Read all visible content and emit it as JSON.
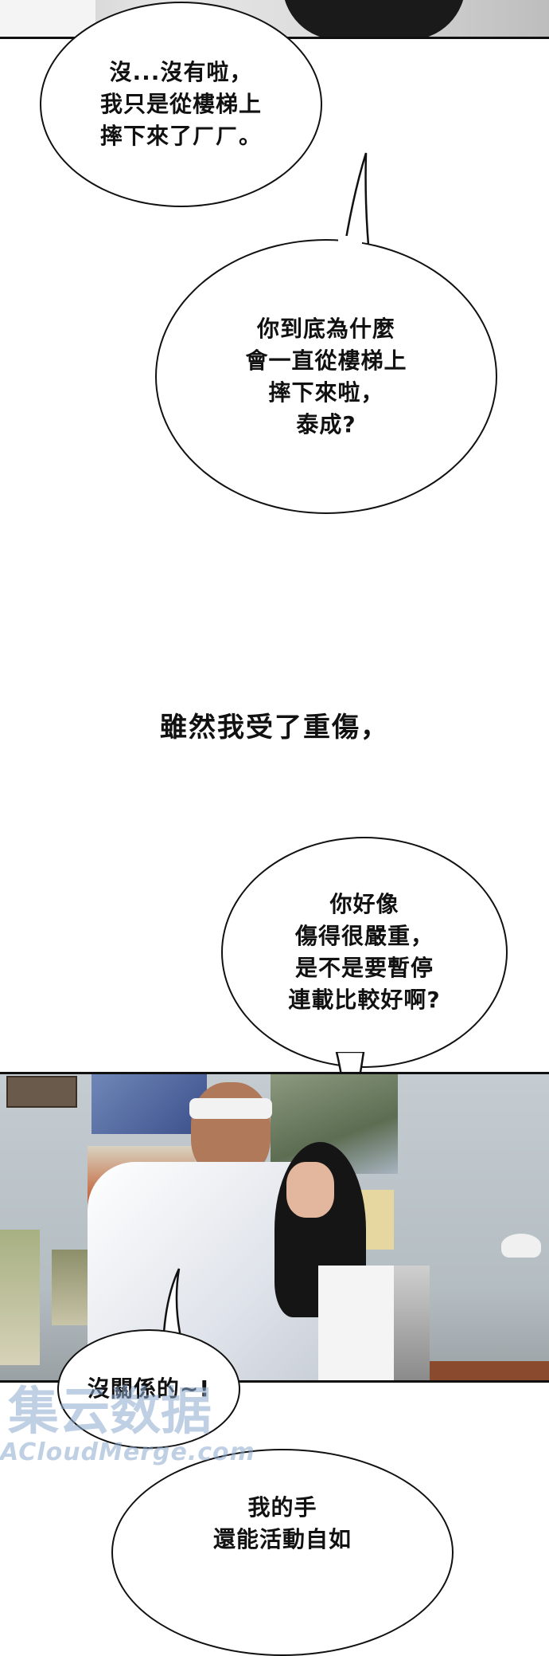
{
  "bubbles": [
    {
      "id": "bubble-1",
      "text": "沒...沒有啦，\n我只是從樓梯上\n摔下來了ㄏㄏ。"
    },
    {
      "id": "bubble-2",
      "text": "你到底為什麼\n會一直從樓梯上\n摔下來啦，\n泰成?"
    },
    {
      "id": "bubble-3",
      "text": "你好像\n傷得很嚴重，\n是不是要暫停\n連載比較好啊?"
    },
    {
      "id": "bubble-4",
      "text": "沒關係的~!"
    },
    {
      "id": "bubble-5",
      "text": "我的手\n還能活動自如"
    }
  ],
  "narration": "雖然我受了重傷，",
  "watermark": {
    "logo_text": "集云数据",
    "text": "ACloudMerge.com"
  },
  "colors": {
    "ink": "#111111",
    "watermark": "#8caacd"
  }
}
